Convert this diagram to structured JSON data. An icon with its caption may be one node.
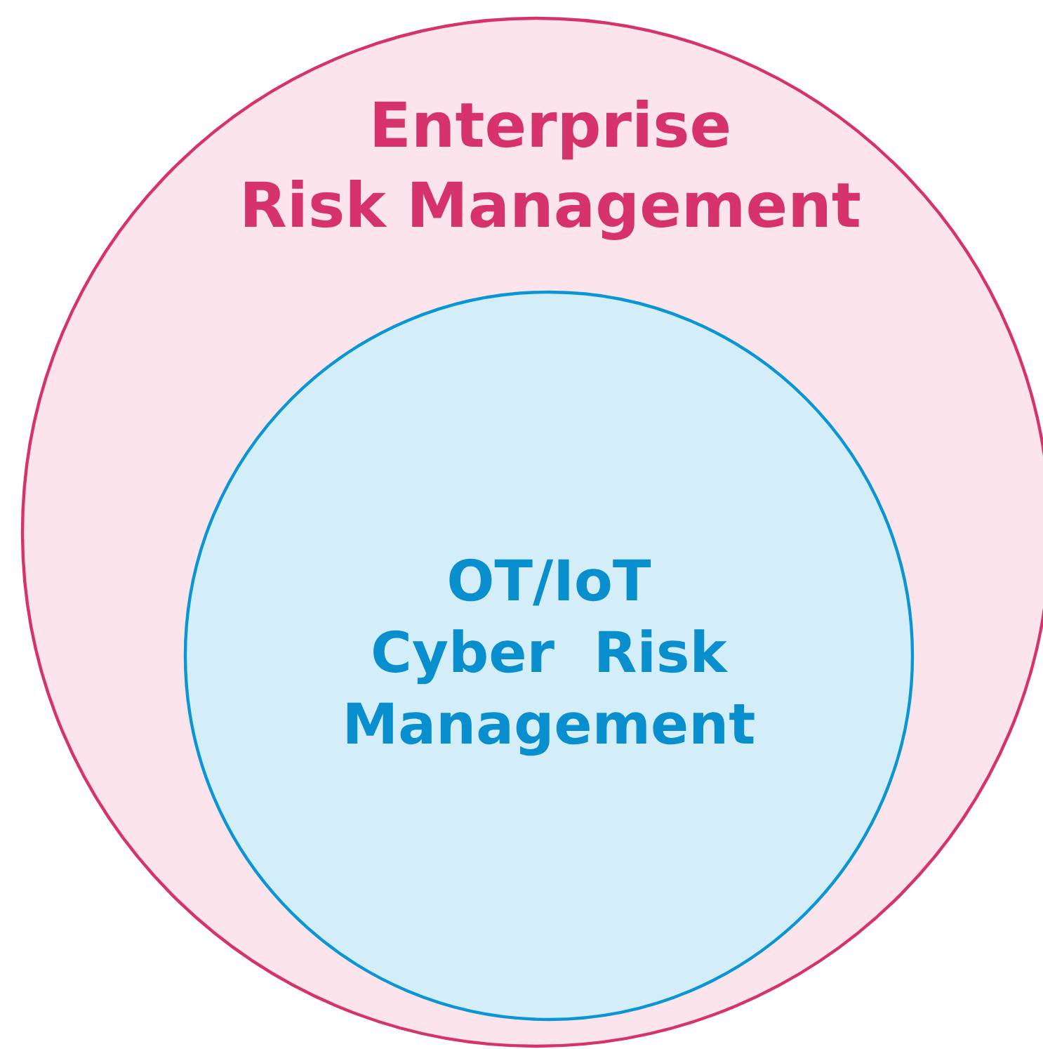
{
  "diagram": {
    "nodes": [
      {
        "text": [
          "Enterprise Risk Management"
        ]
      },
      {
        "text": [
          "OT/IoT Cyber Risk Management"
        ],
        "in": 0
      }
    ]
  }
}
